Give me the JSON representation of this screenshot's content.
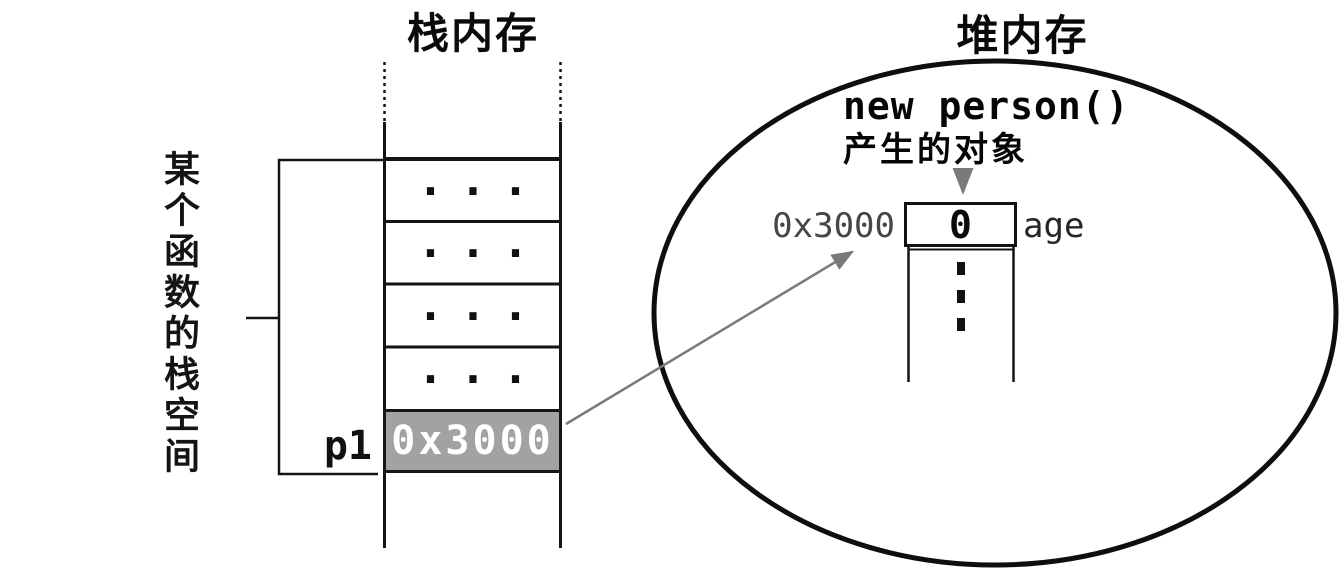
{
  "diagram": {
    "stack": {
      "title": "栈内存",
      "frame_label": "某个函数的栈空间",
      "variable_name": "p1",
      "variable_value": "0x3000",
      "ellipsis": "...",
      "filler_cell_count": 4
    },
    "heap": {
      "title": "堆内存",
      "annotation_line1": "new person()",
      "annotation_line2": "产生的对象",
      "object_address": "0x3000",
      "field_value": "0",
      "field_name": "age",
      "vertical_ellipsis": "⋮"
    },
    "colors": {
      "highlight_cell_bg": "#a2a2a2",
      "highlight_cell_text": "#ffffff",
      "arrow_gray": "#7a7a7a",
      "line_black": "#141414"
    }
  }
}
